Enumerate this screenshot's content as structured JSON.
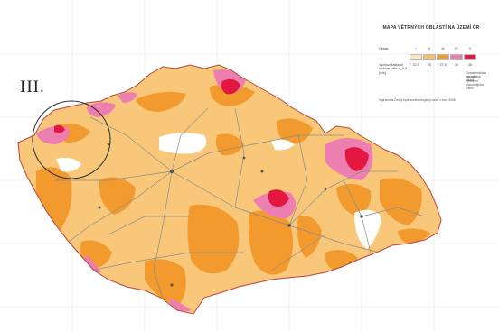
{
  "map": {
    "region_label": "III.",
    "legend": {
      "title": "MAPA VĚTRNÝCH OBLASTÍ NA ÚZEMÍ ČR",
      "area_label": "Oblast",
      "value_label": "Výchozí základní rychlost větru v_b,0 [m/s]",
      "areas": [
        {
          "name": "I",
          "value": "22,5",
          "color": "#fde6bf"
        },
        {
          "name": "II",
          "value": "25",
          "color": "#f9bd63"
        },
        {
          "name": "III",
          "value": "27,5",
          "color": "#f29a2e"
        },
        {
          "name": "IV",
          "value": "30",
          "color": "#ec7fb0"
        },
        {
          "name": "V",
          "value": "36",
          "color": "#e3173f"
        }
      ],
      "notes": [
        "Charakteristická hodnota",
        "pro vybrané oblasti",
        "Vymezení podrobnějšího řešení"
      ],
      "source": "Vypracoval Český hydrometeorologický ústav v roce 2008"
    },
    "colors": {
      "base": "#f9c779",
      "strong": "#f29a2e",
      "pink": "#ec7fb0",
      "red": "#e3173f",
      "lake": "#ffffff",
      "road": "#8a8a8a",
      "border": "#b8443e"
    }
  }
}
